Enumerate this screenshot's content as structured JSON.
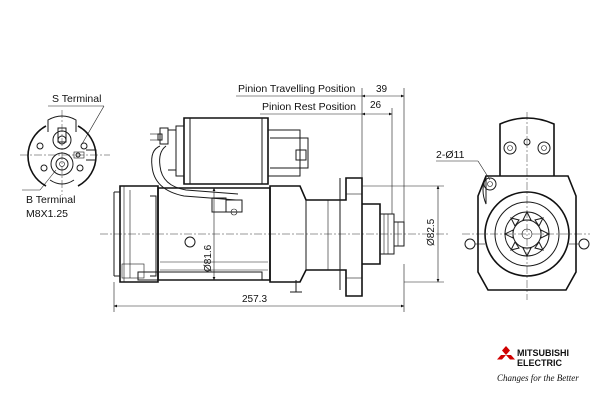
{
  "labels": {
    "s_terminal": "S Terminal",
    "b_terminal": "B Terminal",
    "b_thread": "M8X1.25",
    "pinion_travel": "Pinion Travelling Position",
    "pinion_rest": "Pinion Rest Position",
    "holes": "2-Ø11"
  },
  "dimensions": {
    "travel": "39",
    "rest": "26",
    "body_dia": "Ø81.6",
    "flange_dia": "Ø82.5",
    "length": "257.3"
  },
  "brand": {
    "name_line1": "MITSUBISHI",
    "name_line2": "ELECTRIC",
    "tagline": "Changes for the Better"
  }
}
